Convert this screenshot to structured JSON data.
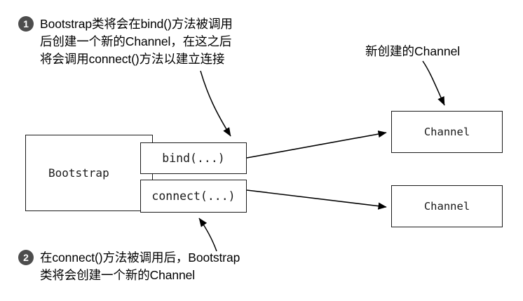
{
  "diagram": {
    "title": "Bootstrap bind() and connect() Channel creation diagram",
    "colors": {
      "background": "#ffffff",
      "stroke": "#1a1a1a",
      "badge_fill": "#4d4d4d",
      "badge_text": "#ffffff"
    }
  },
  "callouts": [
    {
      "number": "1",
      "text": "Bootstrap类将会在bind()方法被调用\n后创建一个新的Channel，在这之后\n将会调用connect()方法以建立连接"
    },
    {
      "number": "2",
      "text": "在connect()方法被调用后，Bootstrap\n类将会创建一个新的Channel"
    }
  ],
  "boxes": {
    "bootstrap": "Bootstrap",
    "bind": "bind(...)",
    "connect": "connect(...)",
    "channel_top": "Channel",
    "channel_bottom": "Channel"
  },
  "labels": {
    "new_channel": "新创建的Channel"
  },
  "icons": {
    "arrow_head": "arrow-head-icon"
  }
}
